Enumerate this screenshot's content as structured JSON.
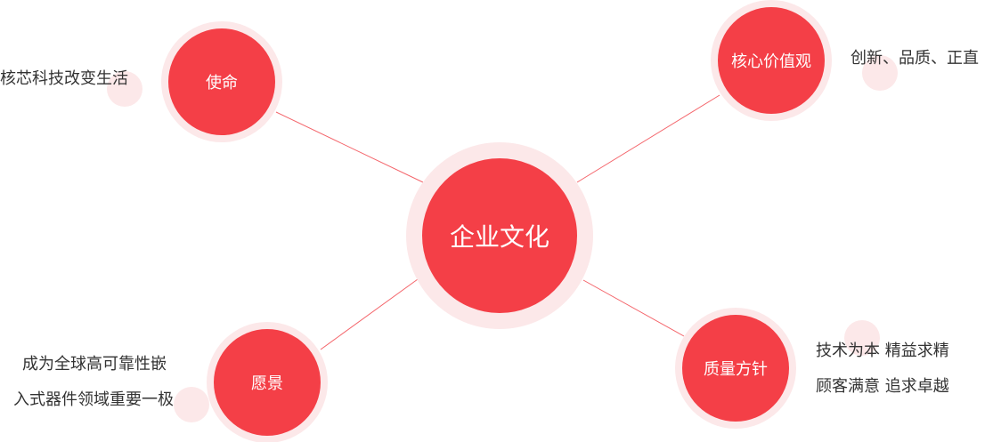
{
  "colors": {
    "node": "#f43f47",
    "halo": "#fce8e9",
    "line": "#f4646a",
    "text": "#333333"
  },
  "center": {
    "label": "企业文化"
  },
  "branches": [
    {
      "label": "使命",
      "lines": [
        "核芯科技改变生活"
      ]
    },
    {
      "label": "核心价值观",
      "lines": [
        "创新、品质、正直"
      ]
    },
    {
      "label": "愿景",
      "lines": [
        "成为全球高可靠性嵌",
        "入式器件领域重要一极"
      ]
    },
    {
      "label": "质量方针",
      "lines": [
        "技术为本 精益求精",
        "顾客满意 追求卓越"
      ]
    }
  ]
}
